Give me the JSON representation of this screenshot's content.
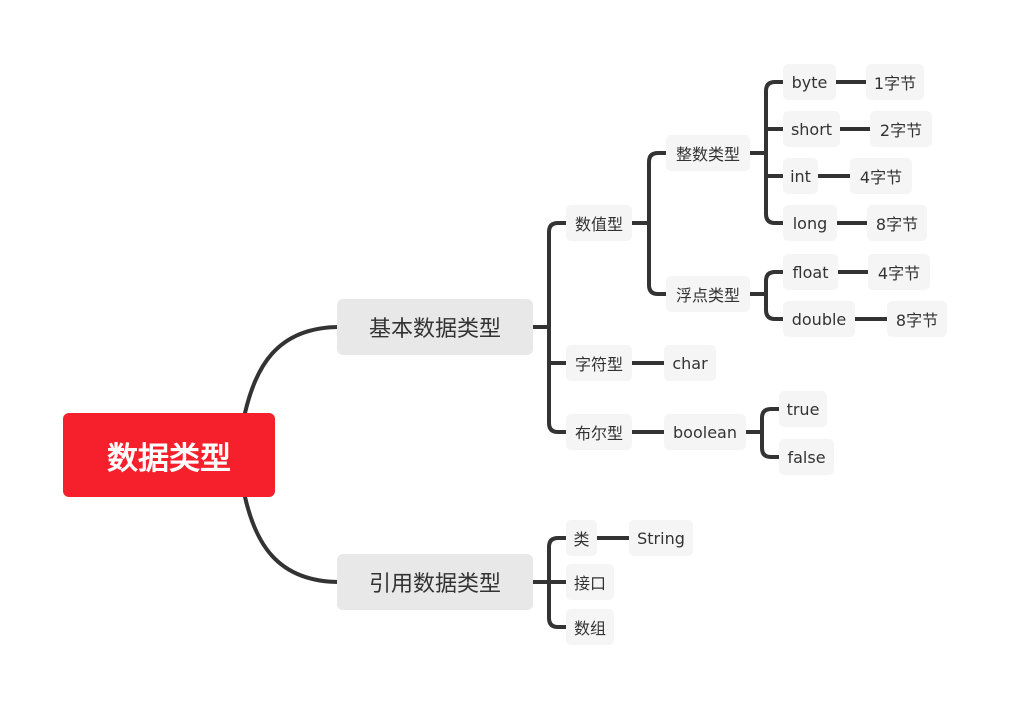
{
  "root": {
    "label": "数据类型"
  },
  "primitive": {
    "label": "基本数据类型",
    "numeric": {
      "label": "数值型",
      "integer": {
        "label": "整数类型",
        "items": [
          {
            "type": "byte",
            "size": "1字节"
          },
          {
            "type": "short",
            "size": "2字节"
          },
          {
            "type": "int",
            "size": "4字节"
          },
          {
            "type": "long",
            "size": "8字节"
          }
        ]
      },
      "floating": {
        "label": "浮点类型",
        "items": [
          {
            "type": "float",
            "size": "4字节"
          },
          {
            "type": "double",
            "size": "8字节"
          }
        ]
      }
    },
    "character": {
      "label": "字符型",
      "type": "char"
    },
    "boolean": {
      "label": "布尔型",
      "type": "boolean",
      "values": [
        "true",
        "false"
      ]
    }
  },
  "reference": {
    "label": "引用数据类型",
    "class": {
      "label": "类",
      "example": "String"
    },
    "interface": {
      "label": "接口"
    },
    "array": {
      "label": "数组"
    }
  },
  "colors": {
    "root_bg": "#f5202b",
    "main_bg": "#e8e8e8",
    "sub_bg": "#f5f5f5",
    "line": "#333333"
  }
}
